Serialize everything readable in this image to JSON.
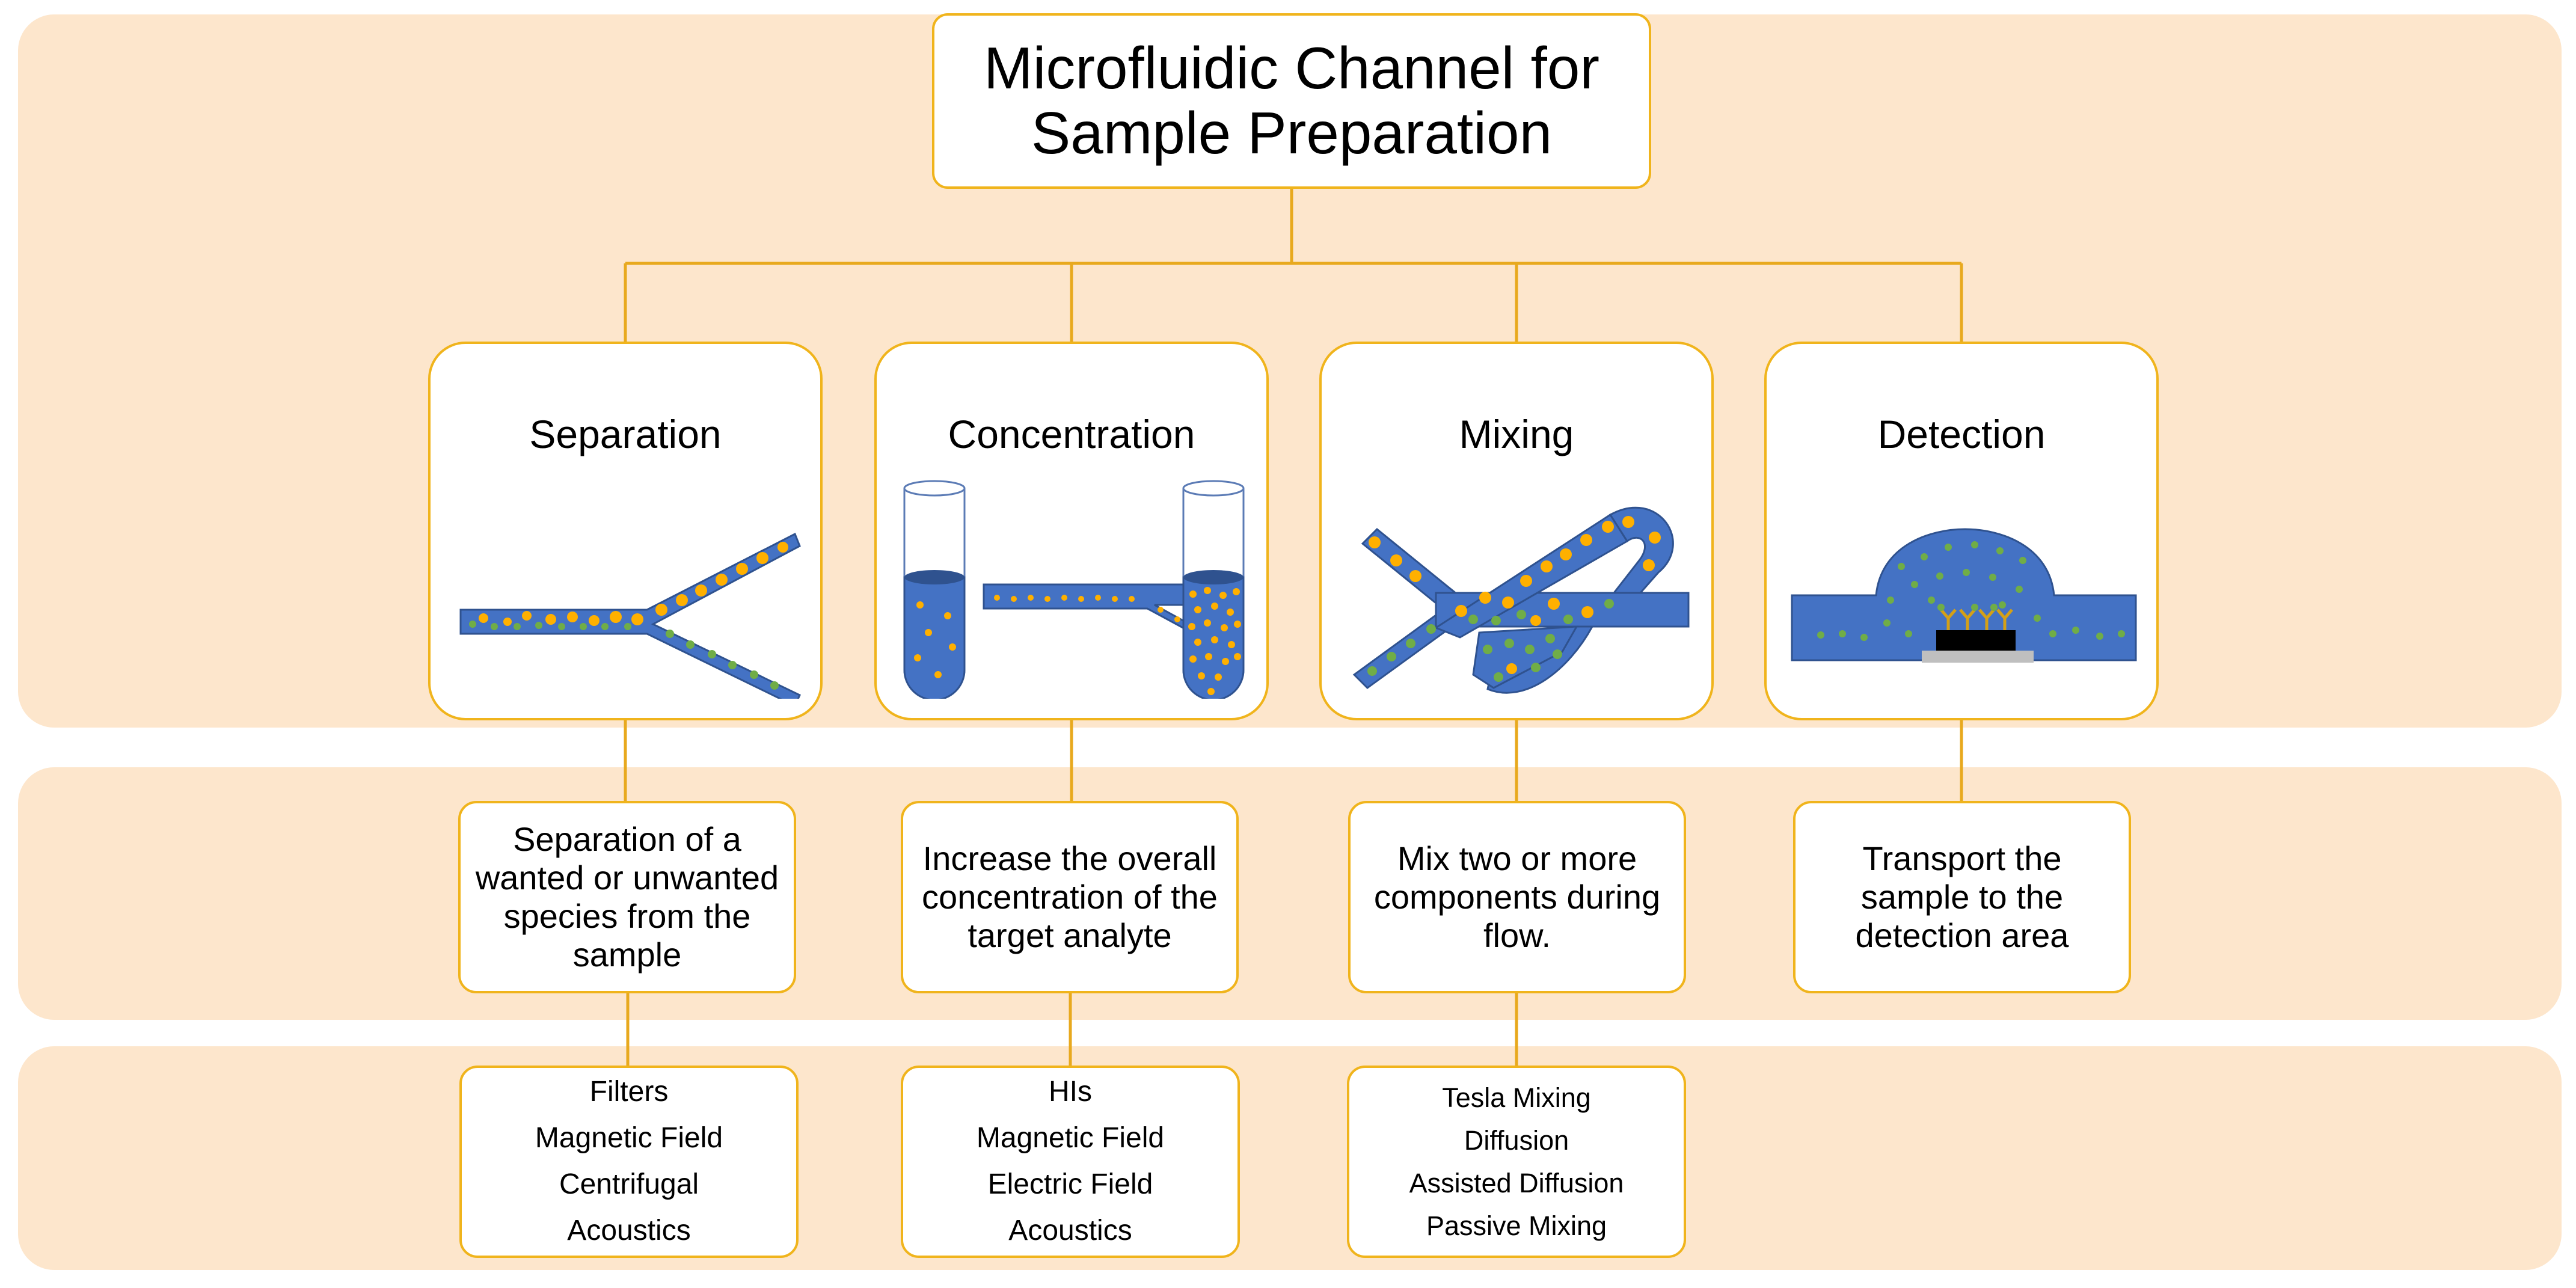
{
  "title": {
    "line1": "Microfluidic Channel for",
    "line2": "Sample Preparation"
  },
  "categories": [
    {
      "label": "Separation",
      "description": "Separation of a wanted or unwanted species from the sample",
      "methods": [
        "Filters",
        "Magnetic Field",
        "Centrifugal",
        "Acoustics"
      ]
    },
    {
      "label": "Concentration",
      "description": "Increase the overall concentration of the target analyte",
      "methods": [
        "HIs",
        "Magnetic Field",
        "Electric Field",
        "Acoustics"
      ]
    },
    {
      "label": "Mixing",
      "description": "Mix two or more components during flow.",
      "methods": [
        "Tesla Mixing",
        "Diffusion",
        "Assisted Diffusion",
        "Passive Mixing"
      ]
    },
    {
      "label": "Detection",
      "description": "Transport the sample to the detection area"
    }
  ],
  "colors": {
    "band": "#fde6cc",
    "border": "#f0b41c",
    "channel": "#4472c4",
    "orange_particle": "#ffb000",
    "green_particle": "#70ad47"
  }
}
